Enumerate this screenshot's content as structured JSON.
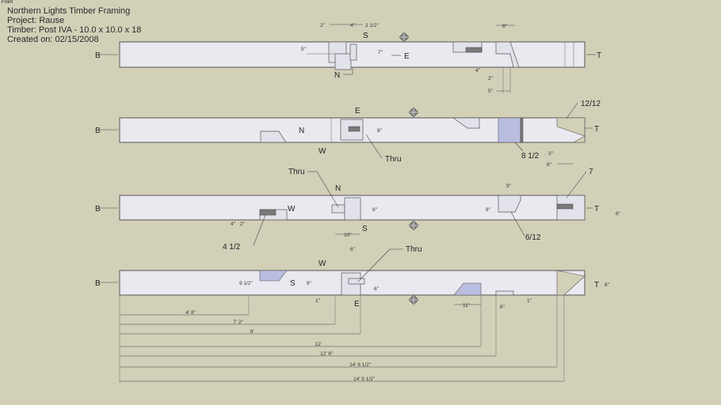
{
  "view_label": "Front",
  "header": {
    "company": "Northern Lights Timber Framing",
    "project": "Project: Rause",
    "timber": "Timber: Post IVA - 10.0 x 10.0 x 18",
    "created": "Created on: 02/15/2008"
  },
  "colors": {
    "background": "#d3d0b8",
    "timber": "#e9e9ef",
    "tenon_shade": "#b9bde0"
  },
  "views": [
    {
      "end_left": "B",
      "end_right": "T",
      "faces": [
        "S",
        "E",
        "N"
      ],
      "dims": [
        "2\"",
        "4\"",
        "2 1/2\"",
        "5\"",
        "7\"",
        "8\"",
        "4\"",
        "2\"",
        "5\""
      ]
    },
    {
      "end_left": "B",
      "end_right": "T",
      "faces": [
        "E",
        "N",
        "W"
      ],
      "notes": [
        "Thru",
        "8 1/2",
        "12/12"
      ],
      "dims": [
        "8\"",
        "3\"",
        "6\""
      ]
    },
    {
      "end_left": "B",
      "end_right": "T",
      "faces": [
        "N",
        "W",
        "S"
      ],
      "notes": [
        "Thru",
        "4 1/2",
        "6/12",
        "7"
      ],
      "dims": [
        "4\"",
        "2\"",
        "8\"",
        "10\"",
        "9\"",
        "8\"",
        "6\""
      ]
    },
    {
      "end_left": "B",
      "end_right": "T",
      "faces": [
        "W",
        "S",
        "E"
      ],
      "notes": [
        "Thru"
      ],
      "dims": [
        "6\"",
        "9 1/2\"",
        "9\"",
        "6\"",
        "1\"",
        "11\"",
        "6\"",
        "1\"",
        "8\""
      ],
      "overall": [
        "4' 8\"",
        "7' 2\"",
        "8'",
        "12'",
        "12' 6\"",
        "14' 6 1/2\"",
        "14' 9 1/2\""
      ]
    }
  ]
}
